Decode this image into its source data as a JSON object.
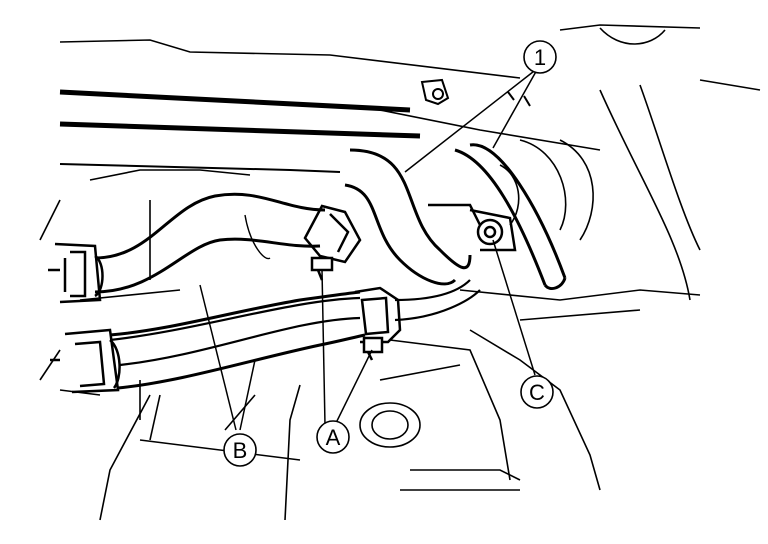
{
  "diagram": {
    "callouts": {
      "one": "1",
      "a": "A",
      "b": "B",
      "c": "C"
    },
    "colors": {
      "line": "#000000",
      "background": "#ffffff"
    }
  }
}
